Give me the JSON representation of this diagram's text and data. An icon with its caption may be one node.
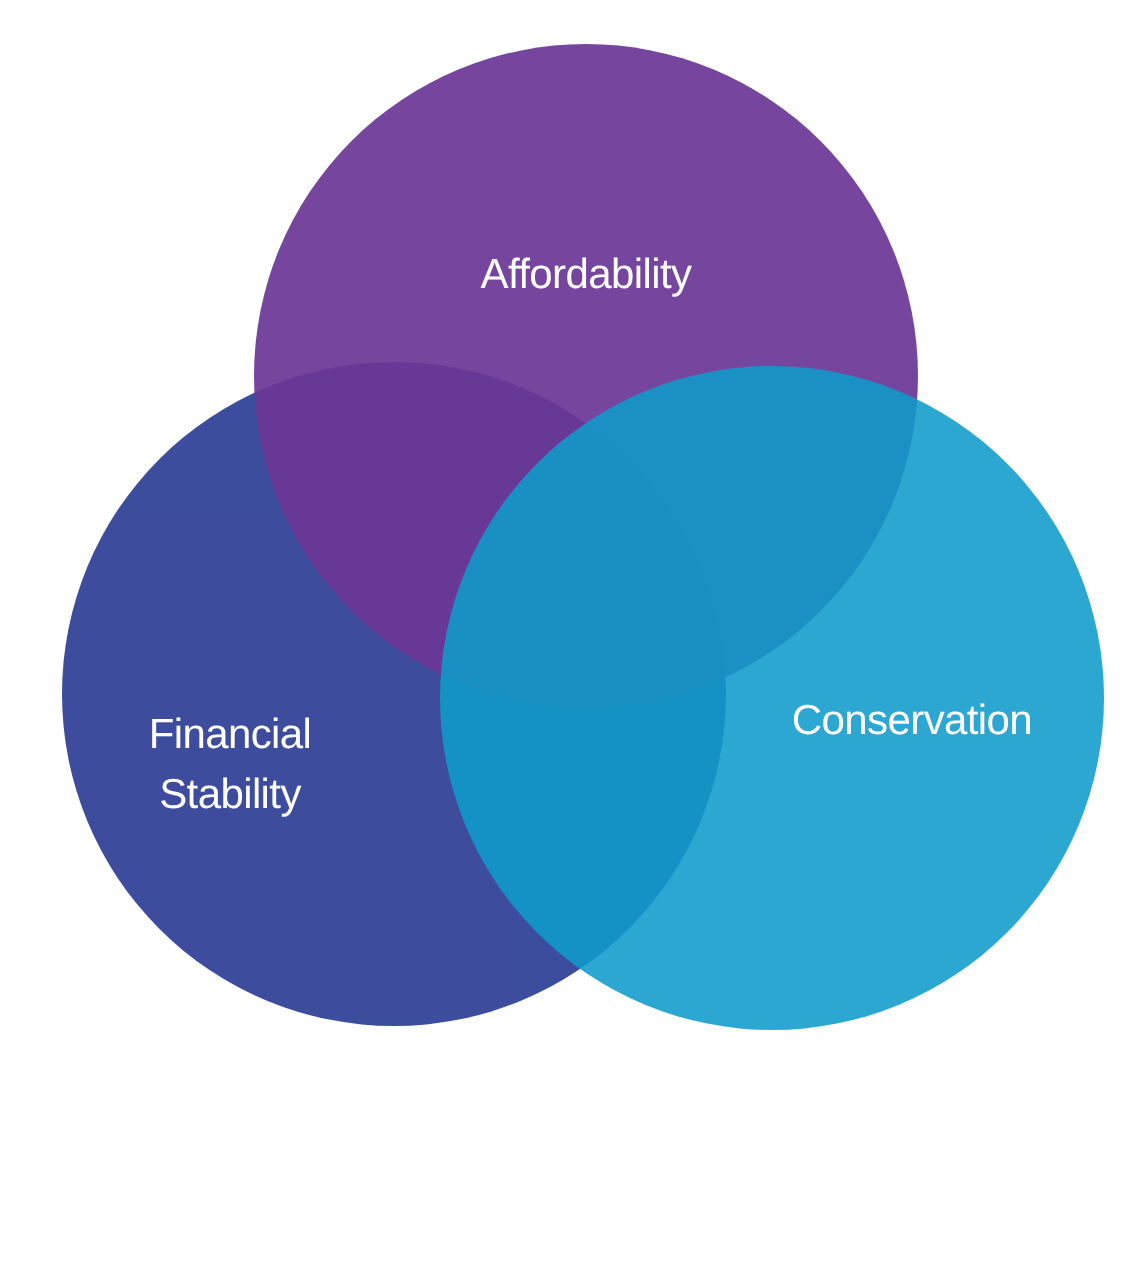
{
  "diagram": {
    "nodes": [
      {
        "text": [
          "Affordability"
        ]
      },
      {
        "text": [
          "Financial Stability"
        ]
      },
      {
        "text": [
          "Conservation"
        ]
      }
    ]
  }
}
